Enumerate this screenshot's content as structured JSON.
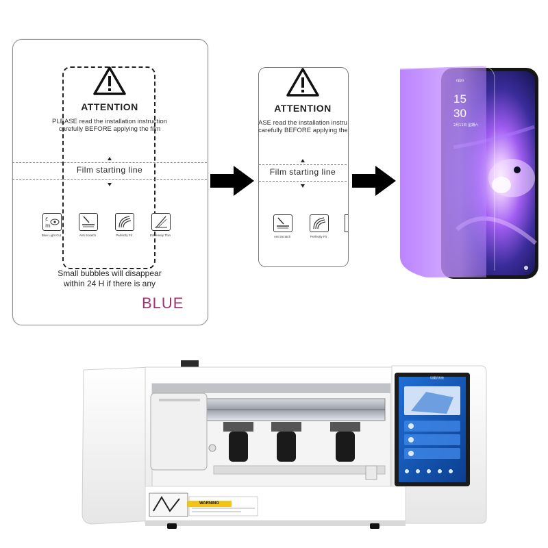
{
  "film_sheet": {
    "attention": "ATTENTION",
    "instruction_line1": "PLEASE read the installation instruction",
    "instruction_line2": "carefully BEFORE applying the film",
    "film_start": "Film starting line",
    "features": [
      "Blue Light Cut",
      "Anti Scratch",
      "Perfectly Fit",
      "Extremely Thin"
    ],
    "bubbles_line1": "Small bubbles will disappear",
    "bubbles_line2": "within 24 H if there is any",
    "color_label": "BLUE",
    "color_label_hex": "#a0326e"
  },
  "cut_film": {
    "attention": "ATTENTION",
    "instruction_line1": "ASE read the installation instruct",
    "instruction_line2": "carefully BEFORE applying the film",
    "film_start": "Film starting line",
    "features": [
      "Anti Scratch",
      "Perfectly Fit"
    ]
  },
  "phone": {
    "brand": "oppo",
    "time_hour": "15",
    "time_min": "30",
    "date": "2月11日 星期六",
    "film_tint_hex": "#a55cf0"
  },
  "machine": {
    "warning": "WARNING",
    "screen_title": "切膜机系统"
  }
}
